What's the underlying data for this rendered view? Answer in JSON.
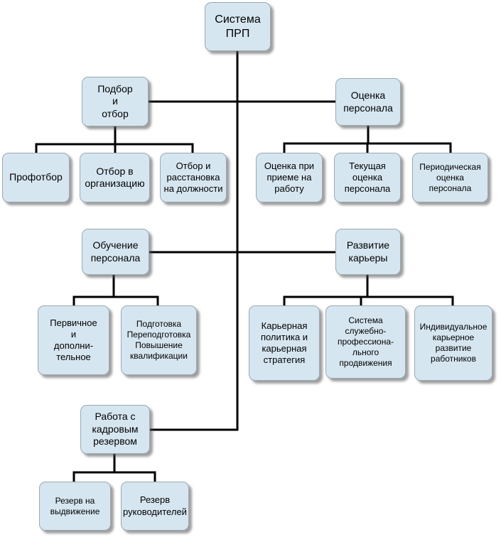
{
  "root": "Система\nПРП",
  "selection": {
    "title": "Подбор\nи\nотбор",
    "children": [
      "Профотбор",
      "Отбор в\nорганизацию",
      "Отбор и\nрасстановка\nна должности"
    ]
  },
  "evaluation": {
    "title": "Оценка\nперсонала",
    "children": [
      "Оценка при\nприеме на\nработу",
      "Текущая\nоценка\nперсонала",
      "Периодическая\nоценка\nперсонала"
    ]
  },
  "training": {
    "title": "Обучение\nперсонала",
    "children": [
      "Первичное\nи\nдополни-\nтельное",
      "Подготовка\nПереподготовка\nПовышение\nквалификации"
    ]
  },
  "career": {
    "title": "Развитие\nкарьеры",
    "children": [
      "Карьерная\nполитика и\nкарьерная\nстратегия",
      "Система\nслужебно-\nпрофессиона-\nльного\nпродвижения",
      "Индивидуальное\nкарьерное\nразвитие\nработников"
    ]
  },
  "reserve": {
    "title": "Работа с\nкадровым\nрезервом",
    "children": [
      "Резерв на\nвыдвижение",
      "Резерв\nруководителей"
    ]
  }
}
